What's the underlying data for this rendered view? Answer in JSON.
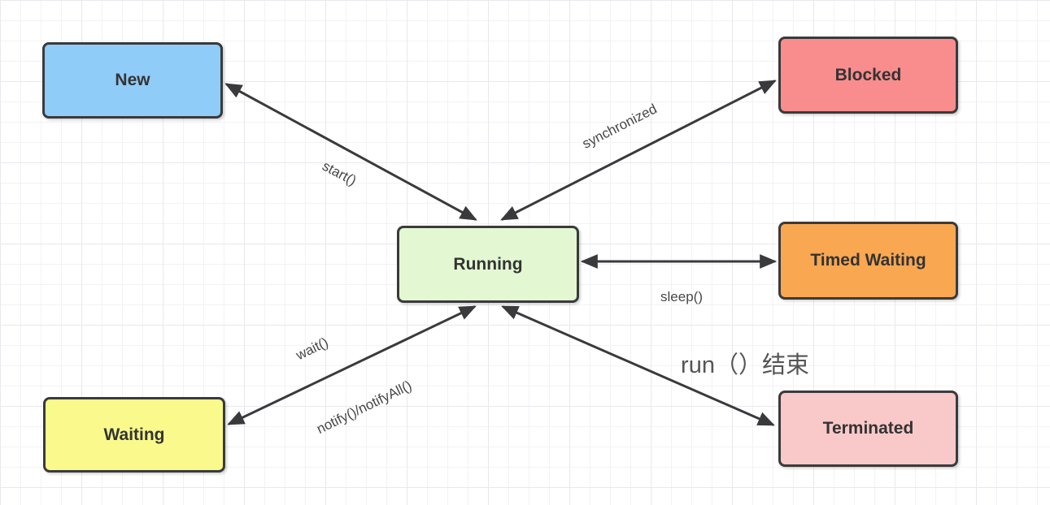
{
  "diagram": {
    "type": "state-diagram",
    "topic": "Java thread states",
    "stroke_color": "#3a3a3c",
    "node_border_color": "#3a3a3c",
    "node_text_color": "#333333",
    "edge_label_color": "#474747",
    "grid_line_color": "#ededf1"
  },
  "nodes": {
    "new": {
      "label": "New",
      "fill": "#90CCF8"
    },
    "blocked": {
      "label": "Blocked",
      "fill": "#F98D8D"
    },
    "running": {
      "label": "Running",
      "fill": "#E3F8D2"
    },
    "timed_waiting": {
      "label": "Timed Waiting",
      "fill": "#F9A751"
    },
    "waiting": {
      "label": "Waiting",
      "fill": "#FAF98C"
    },
    "terminated": {
      "label": "Terminated",
      "fill": "#F9C9C9"
    }
  },
  "edges": [
    {
      "from": "new",
      "to": "running",
      "label": "start()",
      "arrows": "both"
    },
    {
      "from": "running",
      "to": "blocked",
      "label": "synchronized",
      "arrows": "both"
    },
    {
      "from": "running",
      "to": "timed_waiting",
      "label": "sleep()",
      "arrows": "both"
    },
    {
      "from": "waiting",
      "to": "running",
      "label": "wait()",
      "label2": "notify()/notifyAll()",
      "arrows": "both"
    },
    {
      "from": "running",
      "to": "terminated",
      "label": "run（）结束",
      "arrows": "both"
    }
  ],
  "edge_labels": {
    "start": "start()",
    "synchronized": "synchronized",
    "sleep": "sleep()",
    "wait": "wait()",
    "notify": "notify()/notifyAll()",
    "run_end": "run（）结束"
  }
}
